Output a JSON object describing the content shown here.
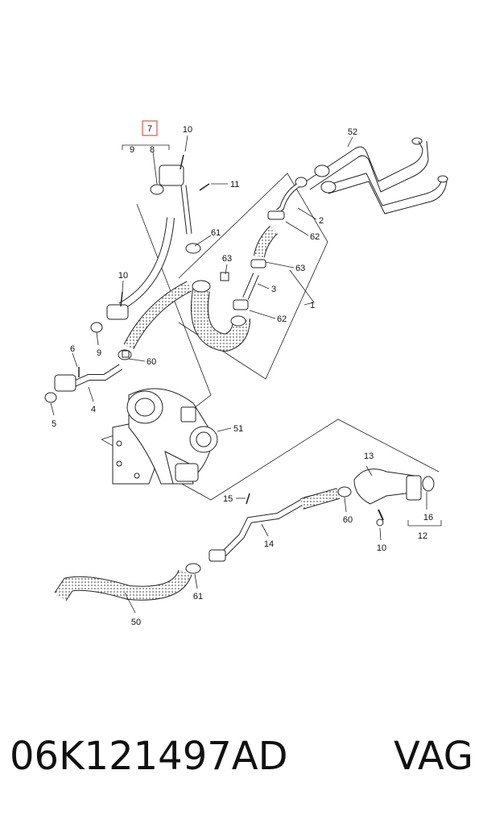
{
  "diagram": {
    "highlight_color": "#e05555",
    "callouts": [
      {
        "id": "c7",
        "label": "7",
        "highlighted": true
      },
      {
        "id": "c9a",
        "label": "9"
      },
      {
        "id": "c8",
        "label": "8"
      },
      {
        "id": "c10a",
        "label": "10"
      },
      {
        "id": "c11",
        "label": "11"
      },
      {
        "id": "c52",
        "label": "52"
      },
      {
        "id": "c2",
        "label": "2"
      },
      {
        "id": "c62a",
        "label": "62"
      },
      {
        "id": "c61a",
        "label": "61"
      },
      {
        "id": "c63a",
        "label": "63"
      },
      {
        "id": "c63b",
        "label": "63"
      },
      {
        "id": "c10b",
        "label": "10"
      },
      {
        "id": "c3",
        "label": "3"
      },
      {
        "id": "c1",
        "label": "1"
      },
      {
        "id": "c62b",
        "label": "62"
      },
      {
        "id": "c9b",
        "label": "9"
      },
      {
        "id": "c6",
        "label": "6"
      },
      {
        "id": "c60a",
        "label": "60"
      },
      {
        "id": "c5",
        "label": "5"
      },
      {
        "id": "c4",
        "label": "4"
      },
      {
        "id": "c51",
        "label": "51"
      },
      {
        "id": "c13",
        "label": "13"
      },
      {
        "id": "c15",
        "label": "15"
      },
      {
        "id": "c16",
        "label": "16"
      },
      {
        "id": "c60b",
        "label": "60"
      },
      {
        "id": "c14",
        "label": "14"
      },
      {
        "id": "c12",
        "label": "12"
      },
      {
        "id": "c10c",
        "label": "10"
      },
      {
        "id": "c61b",
        "label": "61"
      },
      {
        "id": "c50",
        "label": "50"
      }
    ]
  },
  "caption": {
    "part_number": "06K121497AD",
    "brand": "VAG"
  }
}
